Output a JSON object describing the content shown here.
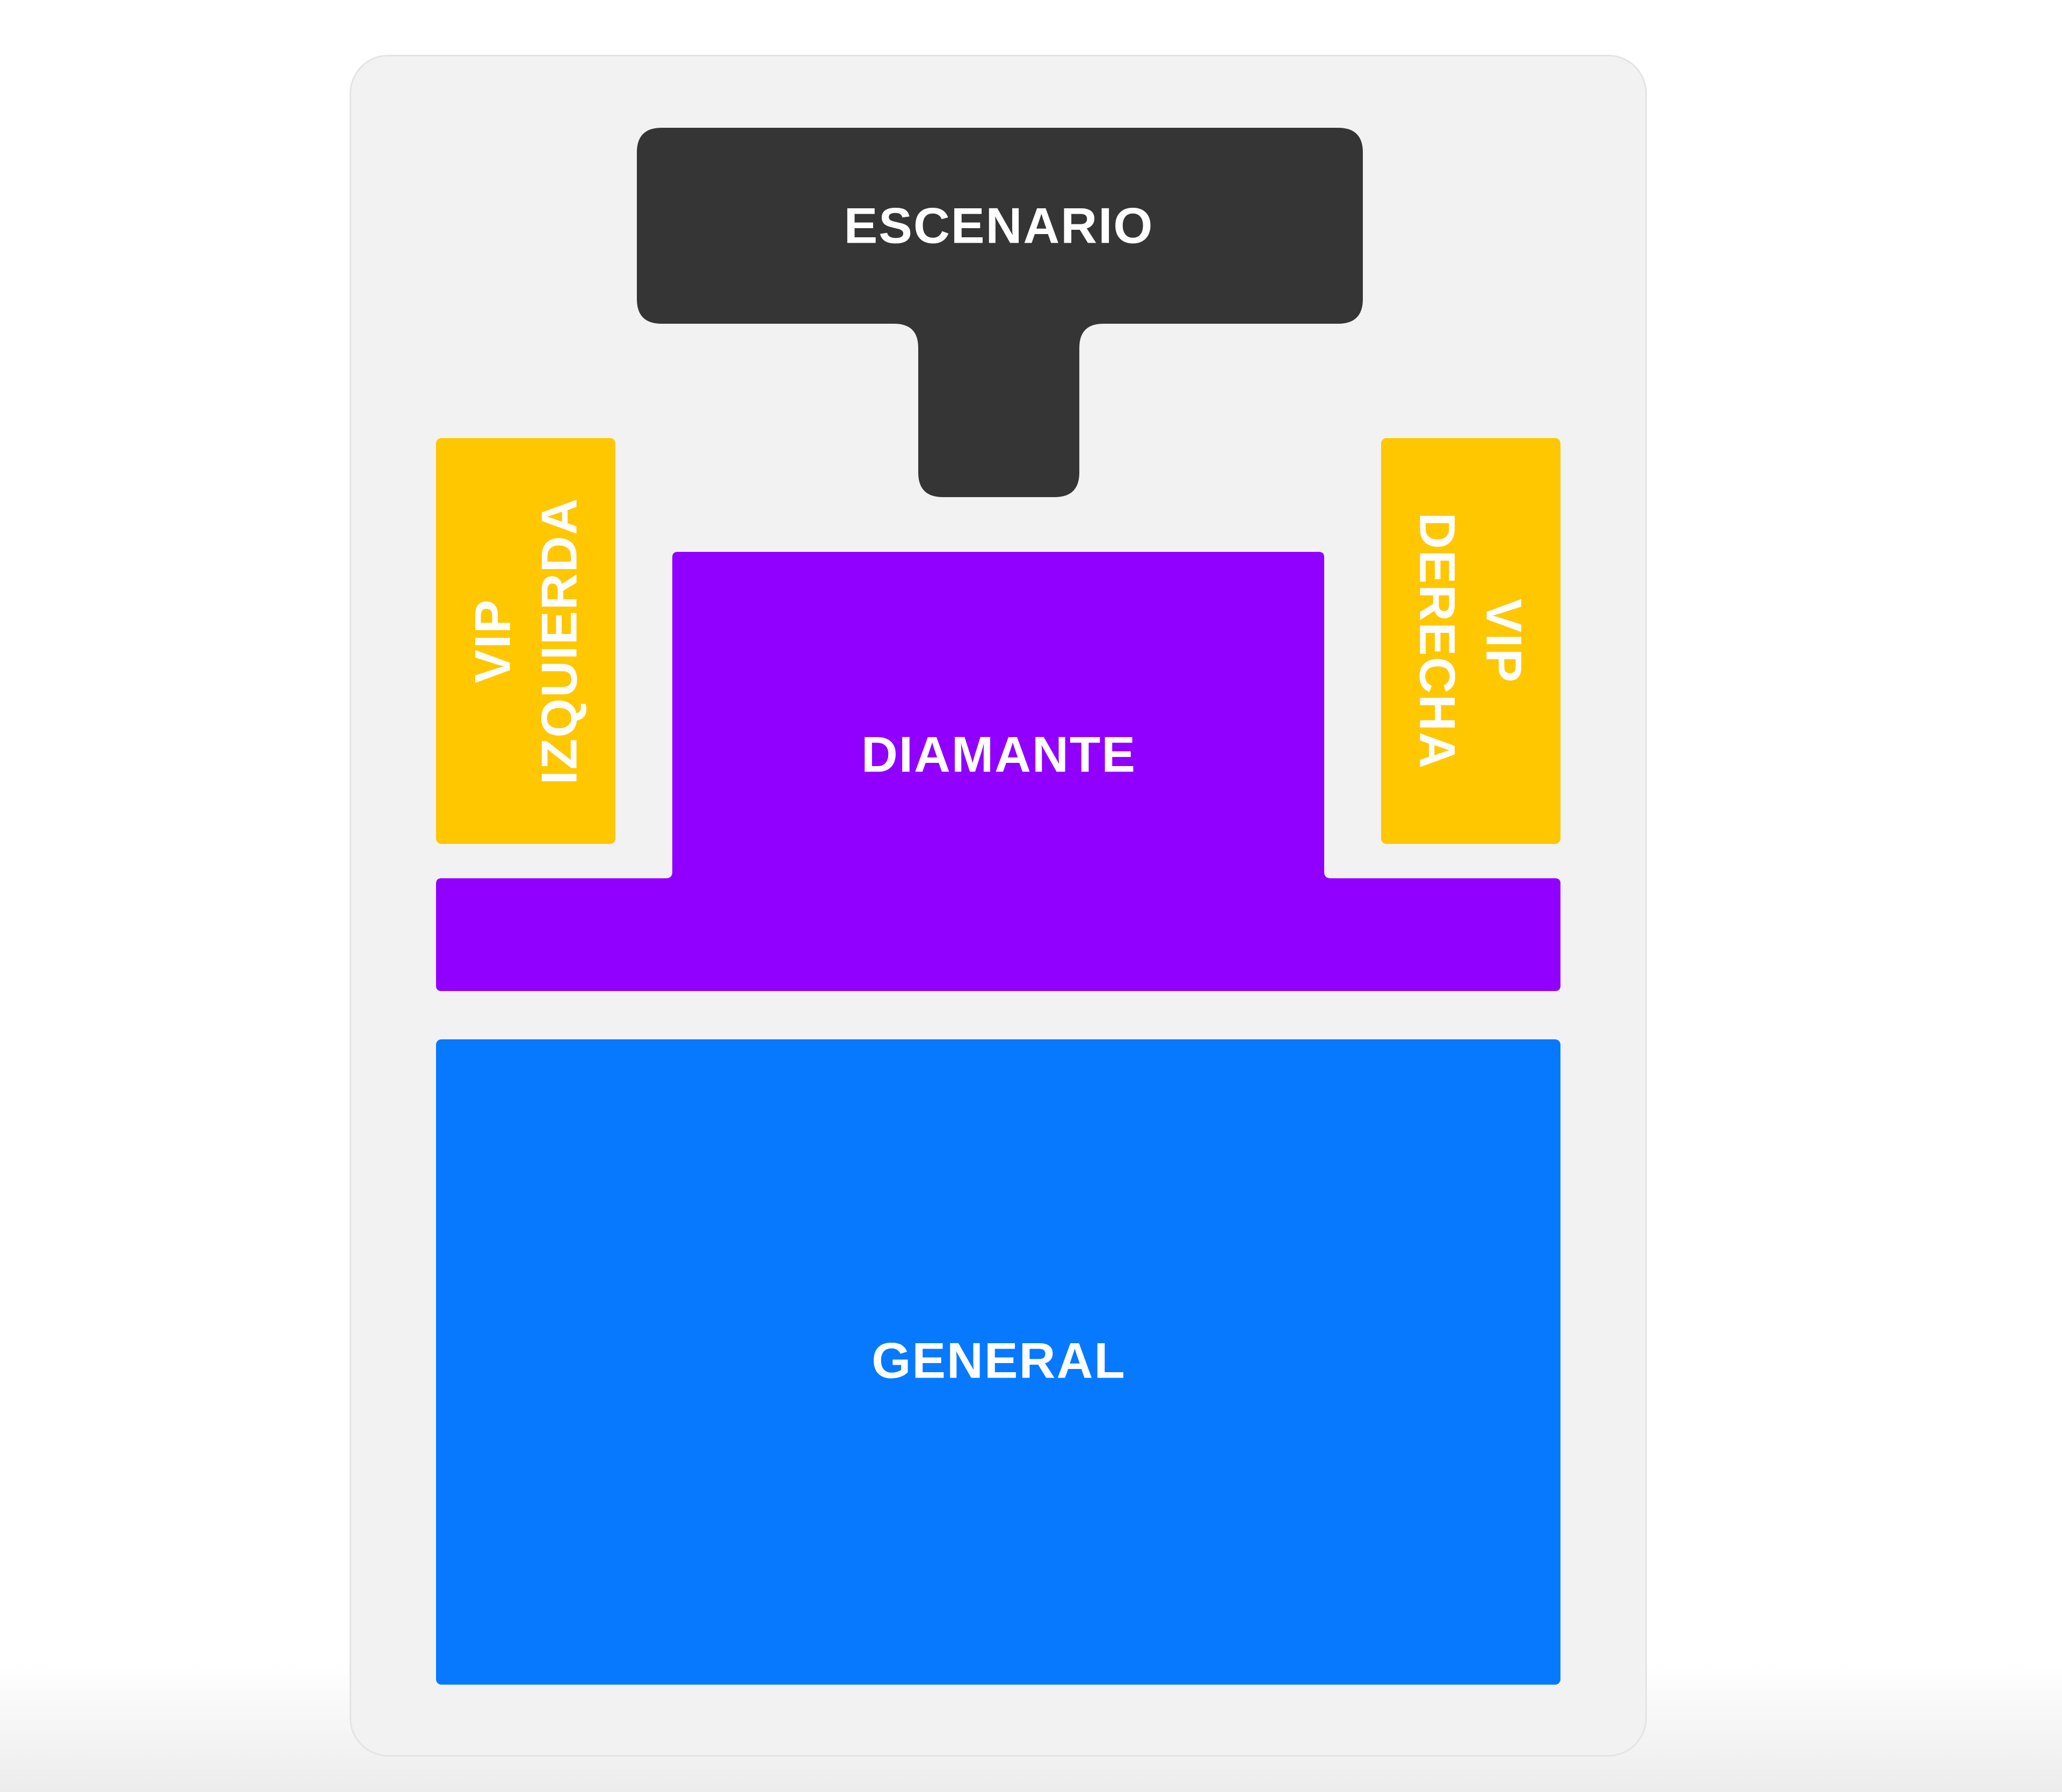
{
  "venue_map": {
    "sections": [
      {
        "id": "escenario",
        "label": "ESCENARIO",
        "color": "#353535"
      },
      {
        "id": "vip-izquierda",
        "label_line1": "VIP",
        "label_line2": "IZQUIERDA",
        "color": "#ffc700"
      },
      {
        "id": "vip-derecha",
        "label_line1": "VIP",
        "label_line2": "DERECHA",
        "color": "#ffc700"
      },
      {
        "id": "diamante",
        "label": "DIAMANTE",
        "color": "#9100ff"
      },
      {
        "id": "general",
        "label": "GENERAL",
        "color": "#0679ff"
      }
    ],
    "background_color": "#f2f2f2"
  }
}
